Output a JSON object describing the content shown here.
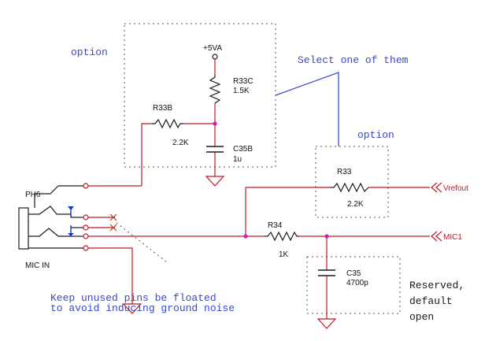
{
  "colors": {
    "wire": "#c01828",
    "part": "#1a1a1a",
    "note": "#3a48c8",
    "dashed": "#555555",
    "junction": "#cc22aa",
    "ground": "#c01828",
    "pin_mark": "#1438c8"
  },
  "notes": {
    "option_top": "option",
    "option_right": "option",
    "select": "Select one of them",
    "keep_line1": "Keep unused pins be floated",
    "keep_line2": "to avoid inducing ground noise",
    "reserved_line1": "Reserved,",
    "reserved_line2": "default",
    "reserved_line3": "open"
  },
  "power": {
    "label": "+5VA"
  },
  "components": {
    "r33c": {
      "ref": "R33C",
      "value": "1.5K"
    },
    "r33b": {
      "ref": "R33B",
      "value": "2.2K"
    },
    "c35b": {
      "ref": "C35B",
      "value": "1u"
    },
    "r33": {
      "ref": "R33",
      "value": "2.2K"
    },
    "r34": {
      "ref": "R34",
      "value": "1K"
    },
    "c35": {
      "ref": "C35",
      "value": "4700p"
    }
  },
  "connector": {
    "ref": "PH6",
    "name": "MIC IN"
  },
  "nets": {
    "vrefout": "Vrefout",
    "mic1": "MIC1"
  }
}
